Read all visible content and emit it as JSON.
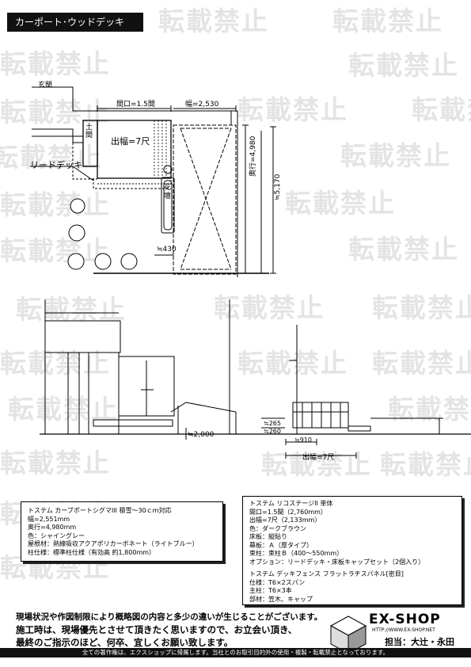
{
  "header": {
    "title": "カーポート･ウッドデッキ"
  },
  "watermark": {
    "text": "転載禁止"
  },
  "plan": {
    "genkan": "玄関",
    "doma": "土間",
    "frontage": "間口=1.5間",
    "width": "幅=2,530",
    "projection": "出幅=7尺",
    "wood_deck": "リードデッキ",
    "flower_bed": "花壇",
    "depth": "奥行=4,980",
    "overall": "≒5,170",
    "offset": "≒430"
  },
  "elevation": {
    "h265": "≒265",
    "h260": "≒260",
    "h2000": "≒2,000",
    "d910": "≒910",
    "projection": "出幅=7尺"
  },
  "carport_spec": {
    "lines": [
      "トステム  カーブポートシグマIII  積雪～30ｃｍ対応",
      "幅=2,551mm",
      "奥行=4,980mm",
      "色：シャイングレー",
      "屋根材：熱線吸収アクアポリカーボネート（ライトブルー）",
      "柱仕様：標準柱仕様（有効高 約1,800mm）"
    ]
  },
  "deck_spec": {
    "lines": [
      "トステム  リコステージII  単体",
      "間口=1.5間（2,760mm）",
      "出幅=7尺（2,133mm）",
      "色：ダークブラウン",
      "床板：縦貼り",
      "幕板：Ａ（厚タイプ）",
      "束柱：束柱Ｂ（400～550mm）",
      "オプション：リードデッキ・床板キャップセット（2個入り）",
      "",
      "トステム  デッキフェンス    フラットラチスパネル[密目]",
      "仕様：T6×2スパン",
      "主柱：T6×3本",
      "部材：笠木、キャップ"
    ]
  },
  "notice": {
    "lines": [
      "現場状況や作図制限により概略図の内容と多少の違いが生じることがございます。",
      "施工時は、現場優先とさせて頂きたく思いますので、お立会い頂き、",
      "最終のご指示のほど、何卒、宜しくお願い致します。"
    ]
  },
  "brand": {
    "logo": "EX-SHOP",
    "url": "HTTP://WWW.EX-SHOP.NET",
    "staff": "担当：大辻・永田"
  },
  "footer": {
    "text": "全ての著作権は、エクスショップに帰属します。当社とのお取引目的外の使用・複製・転載禁止となっております。"
  }
}
